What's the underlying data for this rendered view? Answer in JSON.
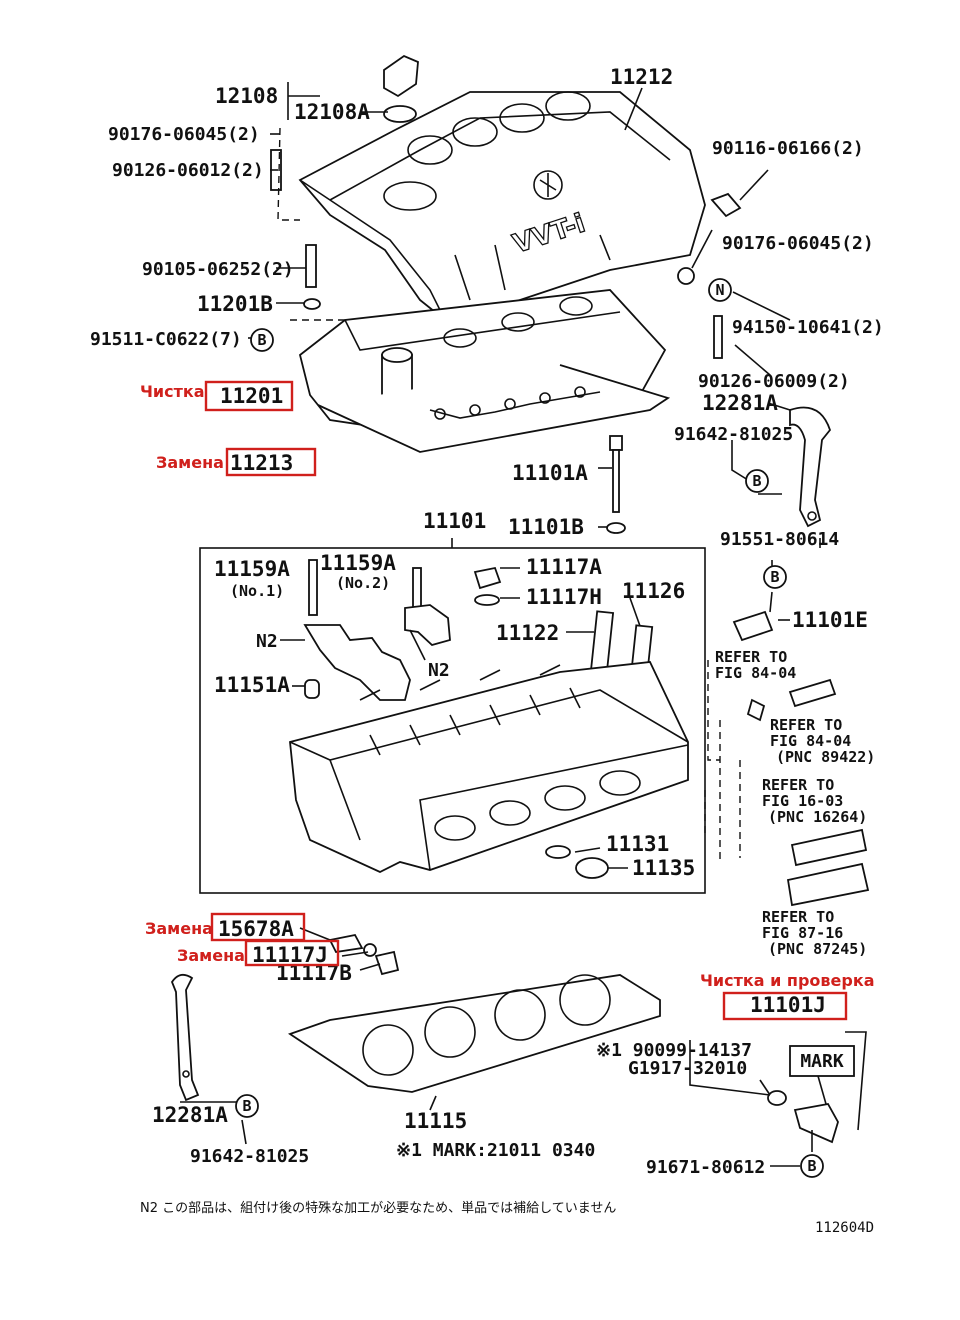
{
  "labels": {
    "p12108": "12108",
    "p12108A": "12108A",
    "p11212": "11212",
    "p90176_06045_top": "90176-06045(2)",
    "p90126_06012": "90126-06012(2)",
    "p90116_06166": "90116-06166(2)",
    "p90176_06045_right": "90176-06045(2)",
    "p90105_06252": "90105-06252(2)",
    "p11201B": "11201B",
    "p91511": "91511-C0622(7)",
    "p94150": "94150-10641(2)",
    "p90126_06009": "90126-06009(2)",
    "p11201": "11201",
    "p12281A_top": "12281A",
    "p91642_top": "91642-81025",
    "p11213": "11213",
    "p11101A": "11101A",
    "p11101B": "11101B",
    "p11101": "11101",
    "p91551": "91551-80614",
    "p11159A_1": "11159A",
    "no1": "(No.1)",
    "p11159A_2": "11159A",
    "no2": "(No.2)",
    "p11117A": "11117A",
    "p11117H": "11117H",
    "p11126": "11126",
    "p11101E": "11101E",
    "n2_left": "N2",
    "n2_mid": "N2",
    "p11122": "11122",
    "p11151A": "11151A",
    "refer1_a": "REFER TO",
    "refer1_b": "FIG 84-04",
    "refer2_a": "REFER TO",
    "refer2_b": "FIG 84-04",
    "refer2_c": "(PNC 89422)",
    "refer3_a": "REFER TO",
    "refer3_b": "FIG 16-03",
    "refer3_c": "(PNC 16264)",
    "p11131": "11131",
    "p11135": "11135",
    "refer4_a": "REFER TO",
    "refer4_b": "FIG 87-16",
    "refer4_c": "(PNC 87245)",
    "p15678A": "15678A",
    "p11117J": "11117J",
    "p11117B": "11117B",
    "p11101J": "11101J",
    "p90099": "※1 90099-14137",
    "pG1917": "G1917-32010",
    "mark_tag": "MARK",
    "p12281A_bottom": "12281A",
    "p11115": "11115",
    "p91642_bottom": "91642-81025",
    "mark_note": "※1 MARK:21011 0340",
    "p91671": "91671-80612",
    "footnote": "N2 この部品は、組付け後の特殊な加工が必要なため、単品では補給していません",
    "fig_number": "112604D",
    "circle_B": "B",
    "circle_N": "N"
  },
  "annotations": {
    "a_11201": "Чистка",
    "a_11213": "Замена",
    "a_15678A": "Замена",
    "a_11117J": "Замена",
    "a_11101J": "Чистка и проверка"
  },
  "colors": {
    "annotation": "#d0201c",
    "line": "#111111"
  }
}
